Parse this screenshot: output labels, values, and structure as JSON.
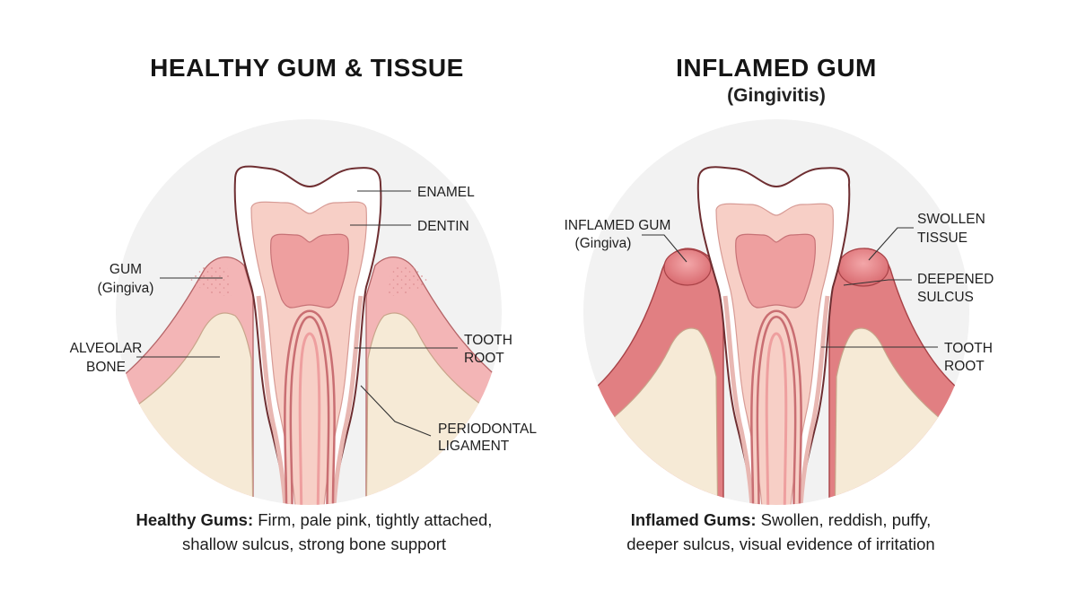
{
  "healthy": {
    "title": "HEALTHY GUM & TISSUE",
    "labels": {
      "enamel": "ENAMEL",
      "dentin": "DENTIN",
      "gum_1": "GUM",
      "gum_2": "(Gingiva)",
      "bone_1": "ALVEOLAR",
      "bone_2": "BONE",
      "root_1": "TOOTH",
      "root_2": "ROOT",
      "ligament_1": "PERIODONTAL",
      "ligament_2": "LIGAMENT"
    },
    "caption_bold": "Healthy Gums:",
    "caption_line1": " Firm, pale pink, tightly attached,",
    "caption_line2": "shallow sulcus, strong bone support"
  },
  "inflamed": {
    "title": "INFLAMED GUM",
    "subtitle": "(Gingivitis)",
    "labels": {
      "gum_1": "INFLAMED GUM",
      "gum_2": "(Gingiva)",
      "swollen_1": "SWOLLEN",
      "swollen_2": "TISSUE",
      "sulcus_1": "DEEPENED",
      "sulcus_2": "SULCUS",
      "root_1": "TOOTH",
      "root_2": "ROOT"
    },
    "caption_bold": "Inflamed Gums:",
    "caption_line1": " Swollen, reddish, puffy,",
    "caption_line2": "deeper sulcus, visual evidence of irritation"
  },
  "colors": {
    "enamel": "#ffffff",
    "dentin": "#f7cfc6",
    "pulp": "#ee9f9f",
    "healthy_gum": "#f3b5b6",
    "inflamed_gum": "#e17f82",
    "bone": "#f6ead6",
    "outline": "#6e2e31"
  }
}
